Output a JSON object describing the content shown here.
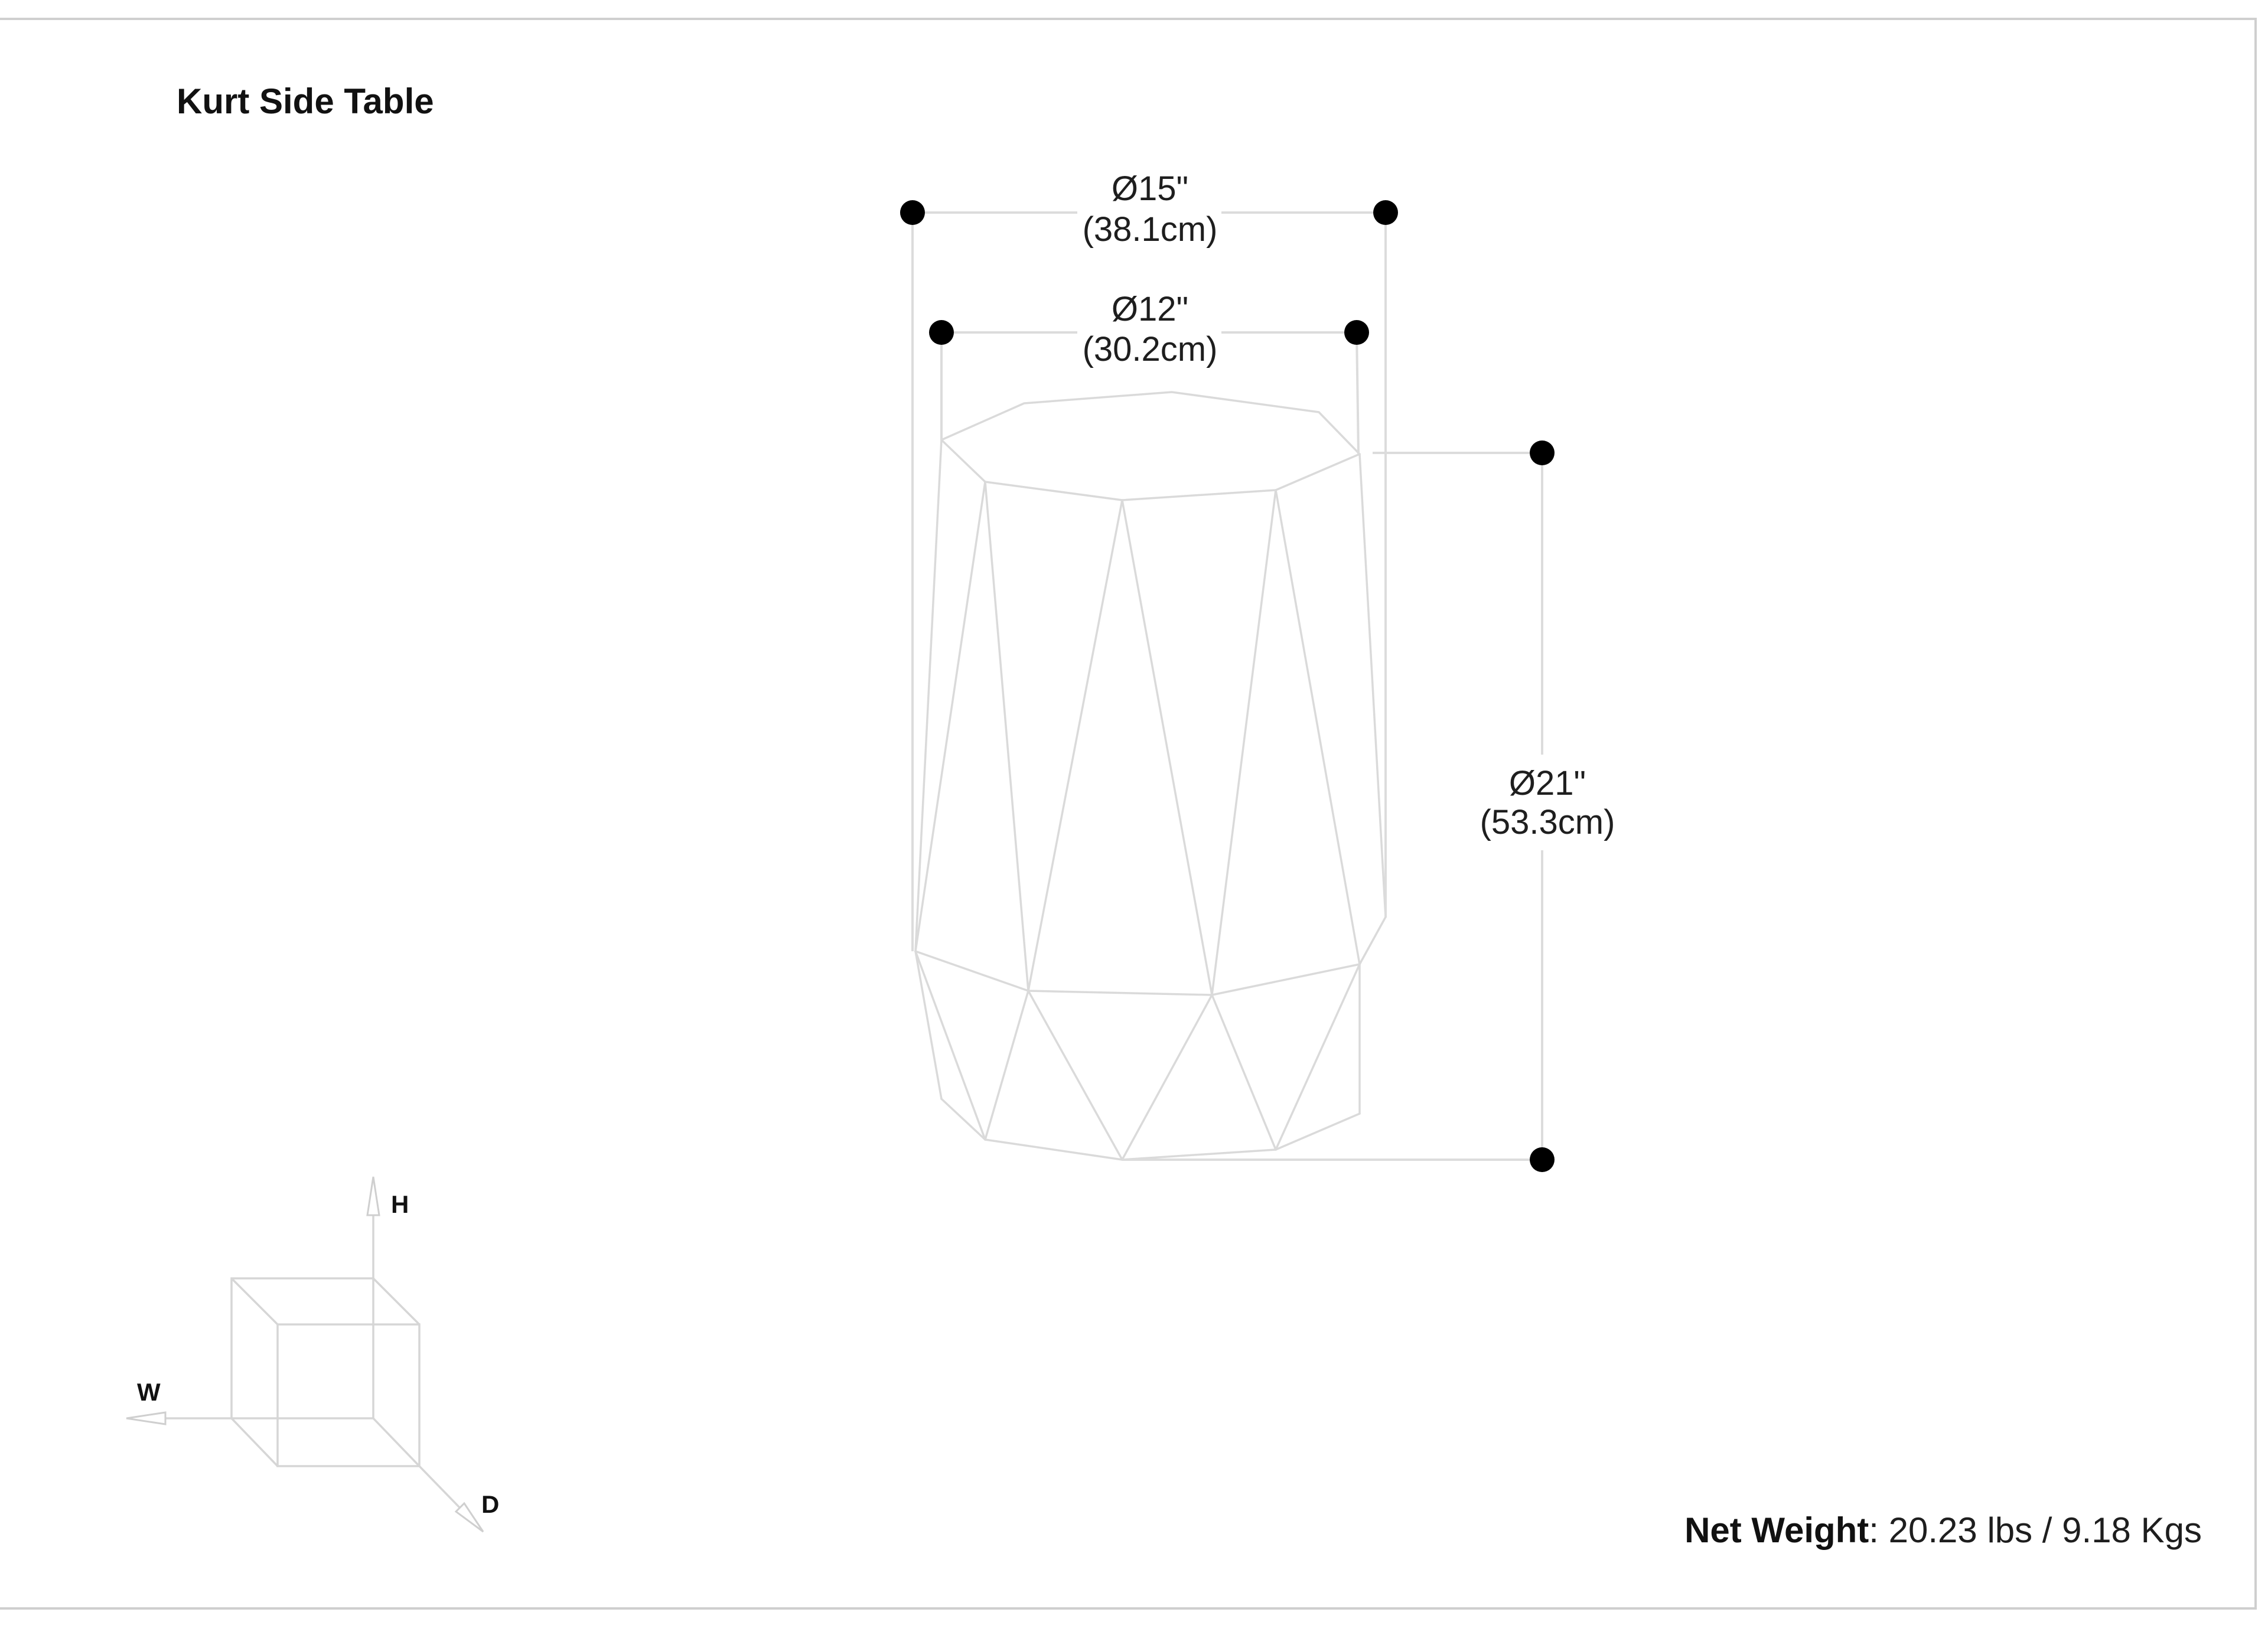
{
  "title": "Kurt Side Table",
  "dimensions": {
    "top_diameter": {
      "imperial": "Ø15\"",
      "metric": "(38.1cm)"
    },
    "inner_diameter": {
      "imperial": "Ø12\"",
      "metric": "(30.2cm)"
    },
    "height": {
      "imperial": "Ø21\"",
      "metric": "(53.3cm)"
    }
  },
  "axis_legend": {
    "height_label": "H",
    "width_label": "W",
    "depth_label": "D"
  },
  "net_weight": {
    "label": "Net Weight",
    "separator": ": ",
    "value": "20.23 lbs / 9.18 Kgs"
  },
  "colors": {
    "line": "#dadada",
    "dot": "#000000",
    "text": "#1e1e1e",
    "frame": "#cfcfcf"
  }
}
